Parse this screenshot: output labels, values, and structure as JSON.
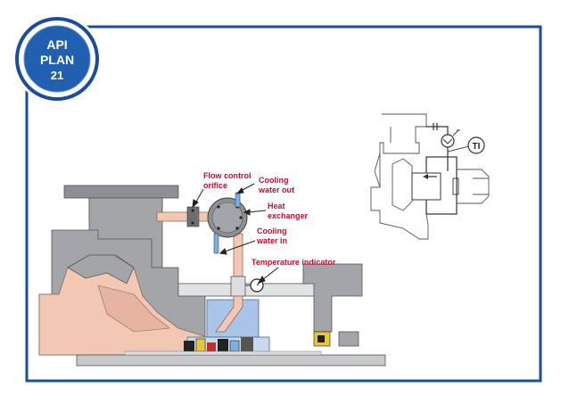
{
  "badge": {
    "line1": "API",
    "line2": "PLAN",
    "line3": "21"
  },
  "labels": {
    "flow_control_orifice_1": "Flow control",
    "flow_control_orifice_2": "orifice",
    "cooling_water_out_1": "Cooling",
    "cooling_water_out_2": "water out",
    "heat_exchanger_1": "Heat",
    "heat_exchanger_2": "exchanger",
    "cooling_water_in_1": "Cooling",
    "cooling_water_in_2": "water in",
    "temperature_indicator": "Temperature indicator"
  },
  "schematic": {
    "ti_label": "TI"
  },
  "colors": {
    "frame": "#1a4e9c",
    "label": "#c8102e",
    "pump_gray": "#a3a5a8",
    "pipe_pink": "#f2c7b3",
    "seal_blue": "#a9c4e6"
  }
}
